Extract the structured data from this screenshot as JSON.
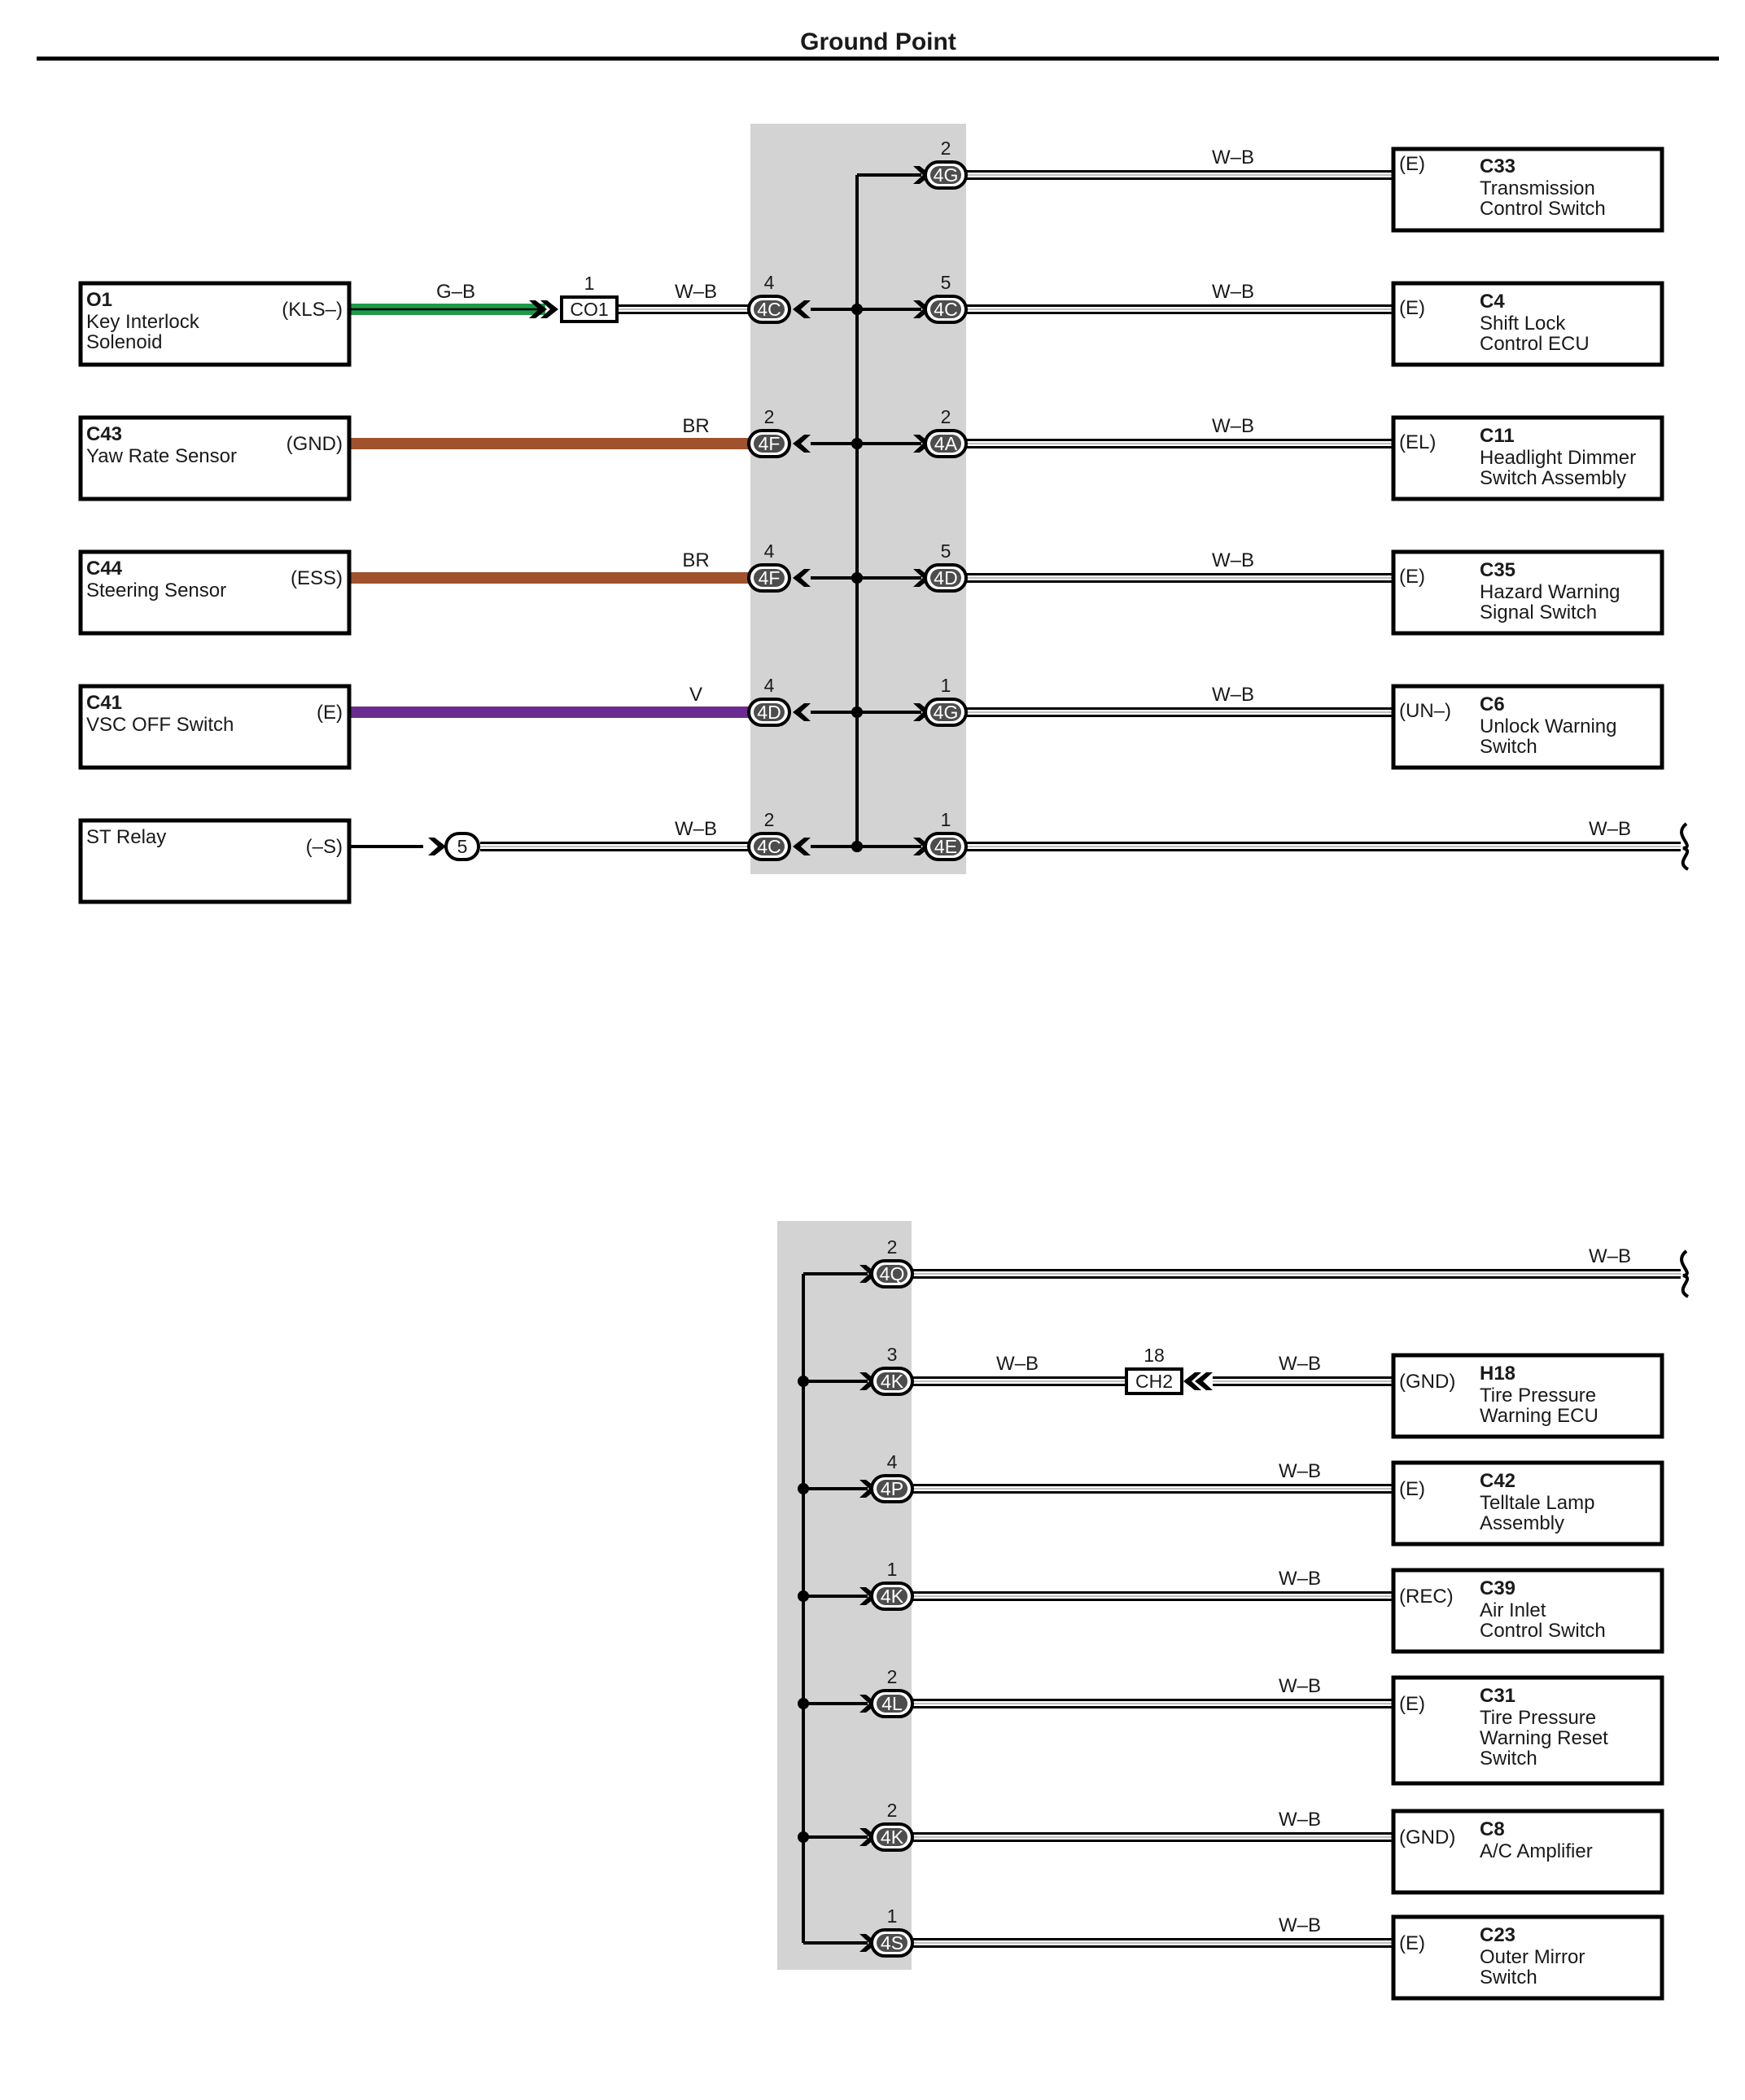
{
  "title": "Ground Point",
  "colors": {
    "W-B": "#ffffff",
    "G-B": "#1e9a4a",
    "BR": "#a0522d",
    "V": "#6b2c91"
  },
  "left_components": [
    {
      "id": "O1",
      "name": [
        "Key Interlock",
        "Solenoid"
      ],
      "terminal": "(KLS–)",
      "wire": "G–B",
      "color_key": "G-B",
      "inline_connector": {
        "pin": "1",
        "code": "CO1"
      },
      "wire2": "W–B",
      "junction_pin": "4",
      "junction_code": "4C"
    },
    {
      "id": "C43",
      "name": [
        "Yaw Rate Sensor"
      ],
      "terminal": "(GND)",
      "wire": "BR",
      "color_key": "BR",
      "junction_pin": "2",
      "junction_code": "4F"
    },
    {
      "id": "C44",
      "name": [
        "Steering Sensor"
      ],
      "terminal": "(ESS)",
      "wire": "BR",
      "color_key": "BR",
      "junction_pin": "4",
      "junction_code": "4F"
    },
    {
      "id": "C41",
      "name": [
        "VSC OFF Switch"
      ],
      "terminal": "(E)",
      "wire": "V",
      "color_key": "V",
      "junction_pin": "4",
      "junction_code": "4D"
    },
    {
      "id": "",
      "name": [
        "ST Relay"
      ],
      "terminal": "(–S)",
      "wire": "W–B",
      "color_key": "W-B",
      "inline_pin": "5",
      "junction_pin": "2",
      "junction_code": "4C"
    }
  ],
  "right_top": [
    {
      "pin": "2",
      "code": "4G",
      "wire": "W–B",
      "terminal": "(E)",
      "id": "C33",
      "name": [
        "Transmission",
        "Control Switch"
      ]
    },
    {
      "pin": "5",
      "code": "4C",
      "wire": "W–B",
      "terminal": "(E)",
      "id": "C4",
      "name": [
        "Shift Lock",
        "Control ECU"
      ]
    },
    {
      "pin": "2",
      "code": "4A",
      "wire": "W–B",
      "terminal": "(EL)",
      "id": "C11",
      "name": [
        "Headlight Dimmer",
        "Switch Assembly"
      ]
    },
    {
      "pin": "5",
      "code": "4D",
      "wire": "W–B",
      "terminal": "(E)",
      "id": "C35",
      "name": [
        "Hazard Warning",
        "Signal Switch"
      ]
    },
    {
      "pin": "1",
      "code": "4G",
      "wire": "W–B",
      "terminal": "(UN–)",
      "id": "C6",
      "name": [
        "Unlock Warning",
        "Switch"
      ]
    },
    {
      "pin": "1",
      "code": "4E",
      "wire": "W–B",
      "continues": true
    }
  ],
  "right_bottom": [
    {
      "pin": "2",
      "code": "4Q",
      "wire": "W–B",
      "continues": true
    },
    {
      "pin": "3",
      "code": "4K",
      "wire": "W–B",
      "inline_connector": {
        "pin": "18",
        "code": "CH2"
      },
      "wire2": "W–B",
      "terminal": "(GND)",
      "id": "H18",
      "name": [
        "Tire Pressure",
        "Warning ECU"
      ]
    },
    {
      "pin": "4",
      "code": "4P",
      "wire": "W–B",
      "terminal": "(E)",
      "id": "C42",
      "name": [
        "Telltale Lamp",
        "Assembly"
      ]
    },
    {
      "pin": "1",
      "code": "4K",
      "wire": "W–B",
      "terminal": "(REC)",
      "id": "C39",
      "name": [
        "Air Inlet",
        "Control Switch"
      ]
    },
    {
      "pin": "2",
      "code": "4L",
      "wire": "W–B",
      "terminal": "(E)",
      "id": "C31",
      "name": [
        "Tire Pressure",
        "Warning Reset",
        "Switch"
      ]
    },
    {
      "pin": "2",
      "code": "4K",
      "wire": "W–B",
      "terminal": "(GND)",
      "id": "C8",
      "name": [
        "A/C Amplifier"
      ]
    },
    {
      "pin": "1",
      "code": "4S",
      "wire": "W–B",
      "terminal": "(E)",
      "id": "C23",
      "name": [
        "Outer Mirror",
        "Switch"
      ]
    }
  ]
}
